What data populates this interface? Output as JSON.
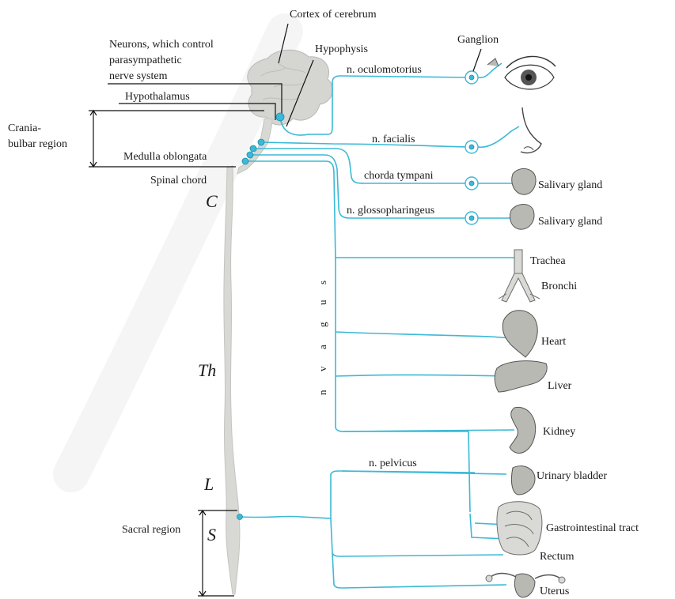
{
  "labels": {
    "cortex": "Cortex of cerebrum",
    "neurons_line1": "Neurons, which control",
    "neurons_line2": "parasympathetic",
    "neurons_line3": "nerve system",
    "hypophysis": "Hypophysis",
    "hypothalamus": "Hypothalamus",
    "cranio_line1": "Crania-",
    "cranio_line2": "bulbar region",
    "medulla": "Medulla oblongata",
    "spinal": "Spinal chord",
    "ganglion": "Ganglion",
    "sacral": "Sacral region"
  },
  "segments": {
    "c": "C",
    "th": "Th",
    "l": "L",
    "s": "S"
  },
  "nerves": {
    "oculomotorius": "n. oculomotorius",
    "facialis": "n. facialis",
    "chorda": "chorda tympani",
    "glosso": "n. glossopharingeus",
    "vagus": [
      "n",
      "v",
      "a",
      "g",
      "u",
      "s"
    ],
    "pelvicus": "n. pelvicus"
  },
  "organs": {
    "salivary1": "Salivary gland",
    "salivary2": "Salivary gland",
    "trachea": "Trachea",
    "bronchi": "Bronchi",
    "heart": "Heart",
    "liver": "Liver",
    "kidney": "Kidney",
    "bladder": "Urinary bladder",
    "gi": "Gastrointestinal tract",
    "rectum": "Rectum",
    "uterus": "Uterus"
  },
  "colors": {
    "nerve": "#3bb9d6",
    "tissue": "#d8d8d5"
  }
}
